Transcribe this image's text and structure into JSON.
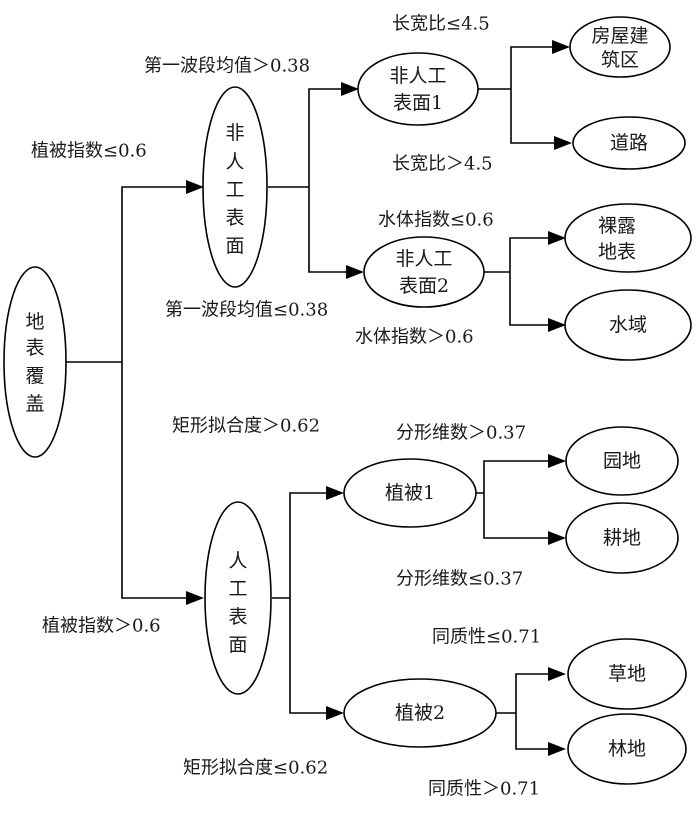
{
  "diagram": {
    "type": "decision-tree",
    "nodes": {
      "root": {
        "lines": [
          "地",
          "表",
          "覆",
          "盖"
        ]
      },
      "non_artificial": {
        "lines": [
          "非",
          "人",
          "工",
          "表",
          "面"
        ]
      },
      "artificial": {
        "lines": [
          "人",
          "工",
          "表",
          "面"
        ]
      },
      "non_artificial_1": {
        "lines": [
          "非人工",
          "表面1"
        ]
      },
      "non_artificial_2": {
        "lines": [
          "非人工",
          "表面2"
        ]
      },
      "vegetation_1": {
        "lines": [
          "植被1"
        ]
      },
      "vegetation_2": {
        "lines": [
          "植被2"
        ]
      },
      "buildings": {
        "lines": [
          "房屋建",
          "筑区"
        ]
      },
      "roads": {
        "lines": [
          "道路"
        ]
      },
      "bare_land": {
        "lines": [
          "裸露",
          "地表"
        ]
      },
      "water": {
        "lines": [
          "水域"
        ]
      },
      "orchard": {
        "lines": [
          "园地"
        ]
      },
      "farmland": {
        "lines": [
          "耕地"
        ]
      },
      "grassland": {
        "lines": [
          "草地"
        ]
      },
      "forest": {
        "lines": [
          "林地"
        ]
      }
    },
    "edge_labels": {
      "ndvi_le": "植被指数≤0.6",
      "ndvi_gt": "植被指数＞0.6",
      "band1_gt": "第一波段均值＞0.38",
      "band1_le": "第一波段均值≤0.38",
      "aspect_le": "长宽比≤4.5",
      "aspect_gt": "长宽比＞4.5",
      "water_le": "水体指数≤0.6",
      "water_gt": "水体指数＞0.6",
      "rect_gt": "矩形拟合度＞0.62",
      "rect_le": "矩形拟合度≤0.62",
      "fractal_gt": "分形维数＞0.37",
      "fractal_le": "分形维数≤0.37",
      "homog_le": "同质性≤0.71",
      "homog_gt": "同质性＞0.71"
    }
  }
}
